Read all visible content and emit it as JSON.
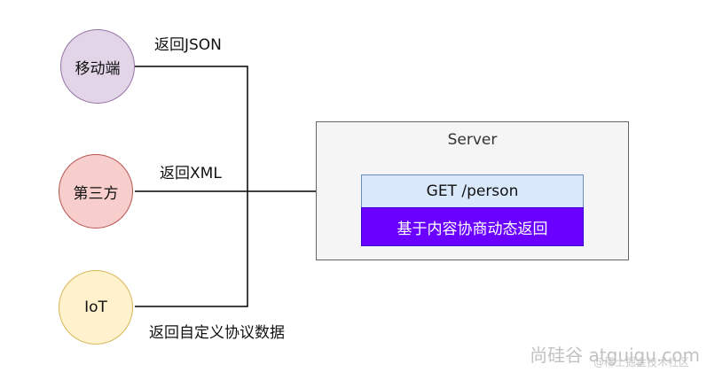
{
  "nodes": {
    "mobile": {
      "label": "移动端",
      "fill": "#e1d5e7",
      "stroke": "#9673a6"
    },
    "third_party": {
      "label": "第三方",
      "fill": "#f8cecc",
      "stroke": "#b85450"
    },
    "iot": {
      "label": "IoT",
      "fill": "#fff2cc",
      "stroke": "#d6b656"
    }
  },
  "edge_labels": {
    "json": "返回JSON",
    "xml": "返回XML",
    "custom": "返回自定义协议数据"
  },
  "server": {
    "title": "Server",
    "endpoint": "GET /person",
    "negotiation": "基于内容协商动态返回",
    "colors": {
      "endpoint_fill": "#dae8fc",
      "negotiation_fill": "#6a00ff",
      "container_fill": "#f5f5f5"
    }
  },
  "watermark": {
    "text": "尚硅谷 atguigu.com",
    "sub": "@稀土掘金技术社区"
  }
}
